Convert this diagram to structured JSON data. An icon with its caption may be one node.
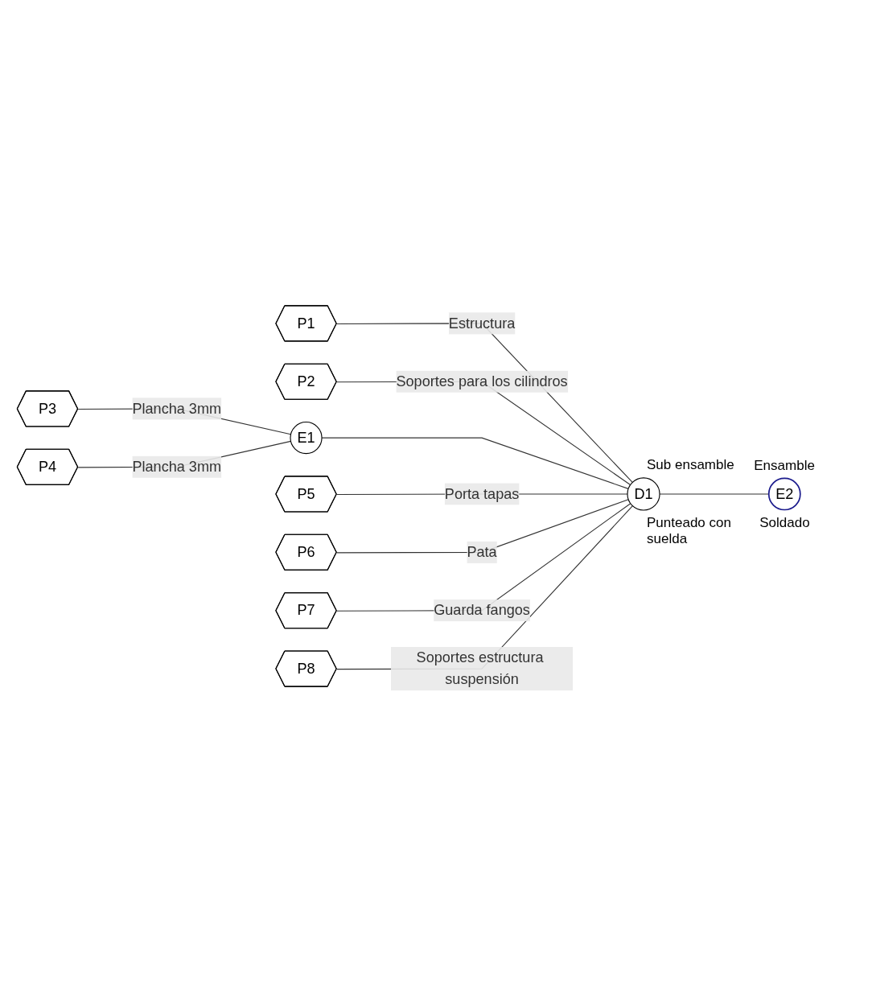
{
  "diagram": {
    "nodes": [
      {
        "text": [
          "P1"
        ]
      },
      {
        "text": [
          "P2"
        ]
      },
      {
        "text": [
          "P3"
        ]
      },
      {
        "text": [
          "E1"
        ]
      },
      {
        "text": [
          "P4"
        ]
      },
      {
        "text": [
          "D1"
        ],
        "beside": [
          "Sub ensamble",
          "Punteado con suelda"
        ]
      },
      {
        "text": [
          "E2"
        ],
        "beside": [
          "Ensamble",
          "Soldado"
        ]
      },
      {
        "text": [
          "P5"
        ]
      },
      {
        "text": [
          "P6"
        ]
      },
      {
        "text": [
          "P7"
        ]
      },
      {
        "text": [
          "P8"
        ]
      }
    ],
    "edges": [
      {
        "from": 0,
        "to": 5,
        "arrow": "none",
        "label": "Estructura"
      },
      {
        "from": 1,
        "to": 5,
        "arrow": "none",
        "label": "Soportes para los cilindros"
      },
      {
        "from": 2,
        "to": 3,
        "arrow": "none",
        "label": "Plancha 3mm"
      },
      {
        "from": 4,
        "to": 3,
        "arrow": "none",
        "label": "Plancha 3mm"
      },
      {
        "from": 3,
        "to": 5,
        "arrow": "none"
      },
      {
        "from": 7,
        "to": 5,
        "arrow": "none",
        "label": "Porta tapas"
      },
      {
        "from": 8,
        "to": 5,
        "arrow": "none",
        "label": "Pata"
      },
      {
        "from": 9,
        "to": 5,
        "arrow": "none",
        "label": "Guarda fangos"
      },
      {
        "from": 10,
        "to": 5,
        "arrow": "none",
        "label": "Soportes estructura suspensión"
      },
      {
        "from": 5,
        "to": 6,
        "arrow": "none"
      }
    ]
  }
}
